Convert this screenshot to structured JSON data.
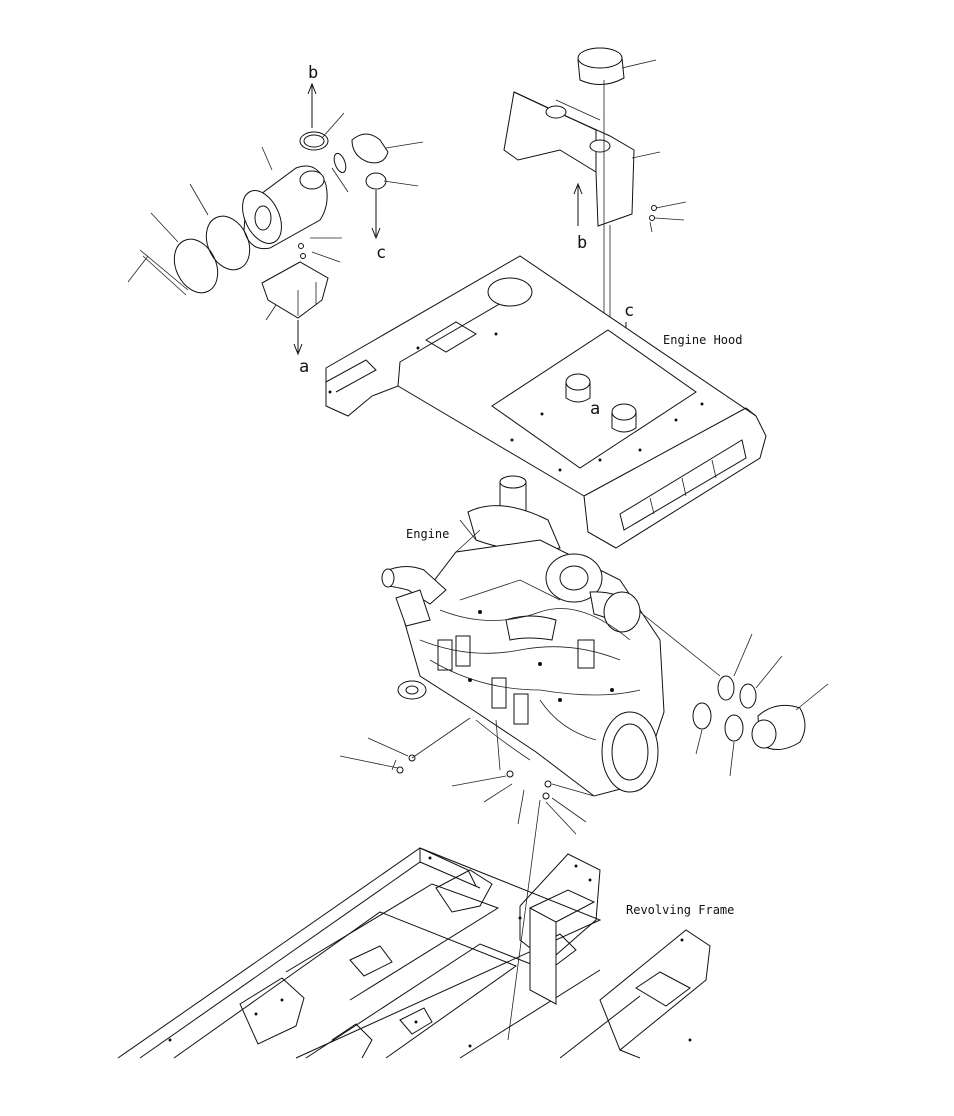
{
  "labels": {
    "engine_hood": "Engine Hood",
    "engine": "Engine",
    "revolving_frame": "Revolving Frame"
  },
  "callout_letters": {
    "b_top": "b",
    "c_top": "c",
    "a_top": "a",
    "b_right": "b",
    "c_right": "c",
    "a_right": "a"
  }
}
